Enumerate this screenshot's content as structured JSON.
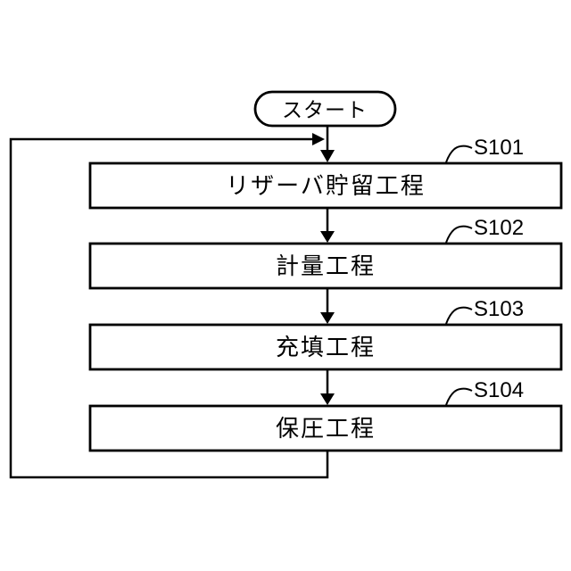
{
  "figure": {
    "type": "flowchart",
    "background_color": "#ffffff",
    "line_color": "#000000",
    "start": {
      "label": "スタート"
    },
    "steps": [
      {
        "ref": "S101",
        "label": "リザーバ貯留工程"
      },
      {
        "ref": "S102",
        "label": "計量工程"
      },
      {
        "ref": "S103",
        "label": "充填工程"
      },
      {
        "ref": "S104",
        "label": "保圧工程"
      }
    ],
    "flow": {
      "has_feedback_loop": true,
      "loop_from": "保圧工程",
      "loop_to": "リザーバ貯留工程"
    }
  }
}
